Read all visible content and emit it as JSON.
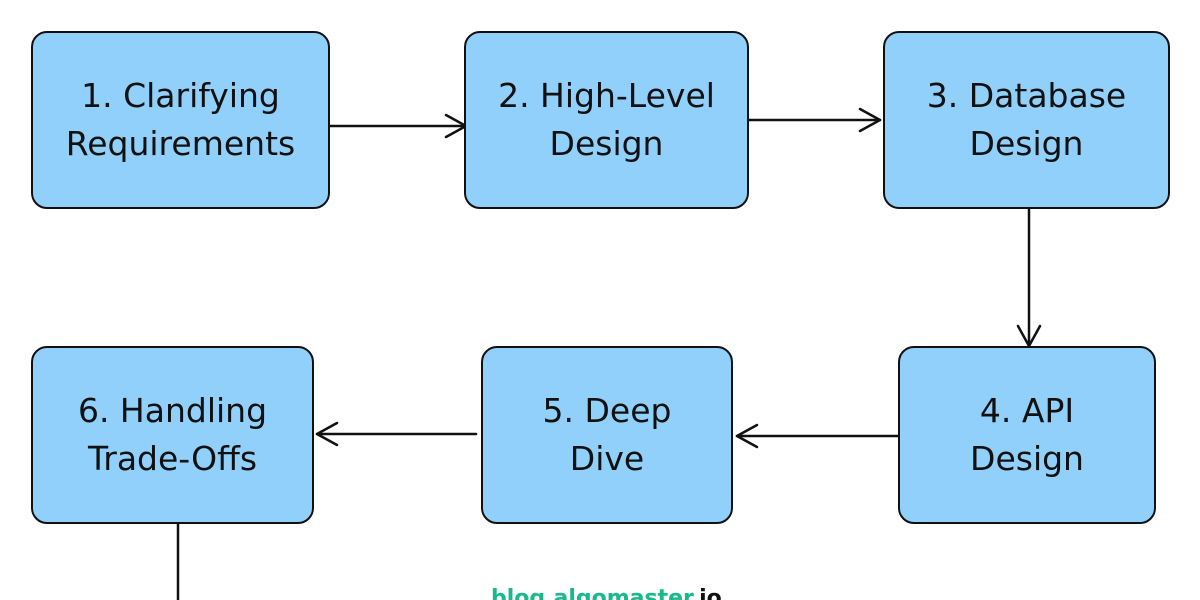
{
  "steps": [
    {
      "label": "1. Clarifying\nRequirements"
    },
    {
      "label": "2. High-Level\nDesign"
    },
    {
      "label": "3. Database\nDesign"
    },
    {
      "label": "4. API\nDesign"
    },
    {
      "label": "5. Deep\nDive"
    },
    {
      "label": "6. Handling\nTrade-Offs"
    }
  ],
  "watermark": {
    "site": "blog.algomaster",
    "tld": ".io"
  },
  "colors": {
    "box_fill": "#90d0fb",
    "stroke": "#111111",
    "watermark_accent": "#19b98b"
  }
}
